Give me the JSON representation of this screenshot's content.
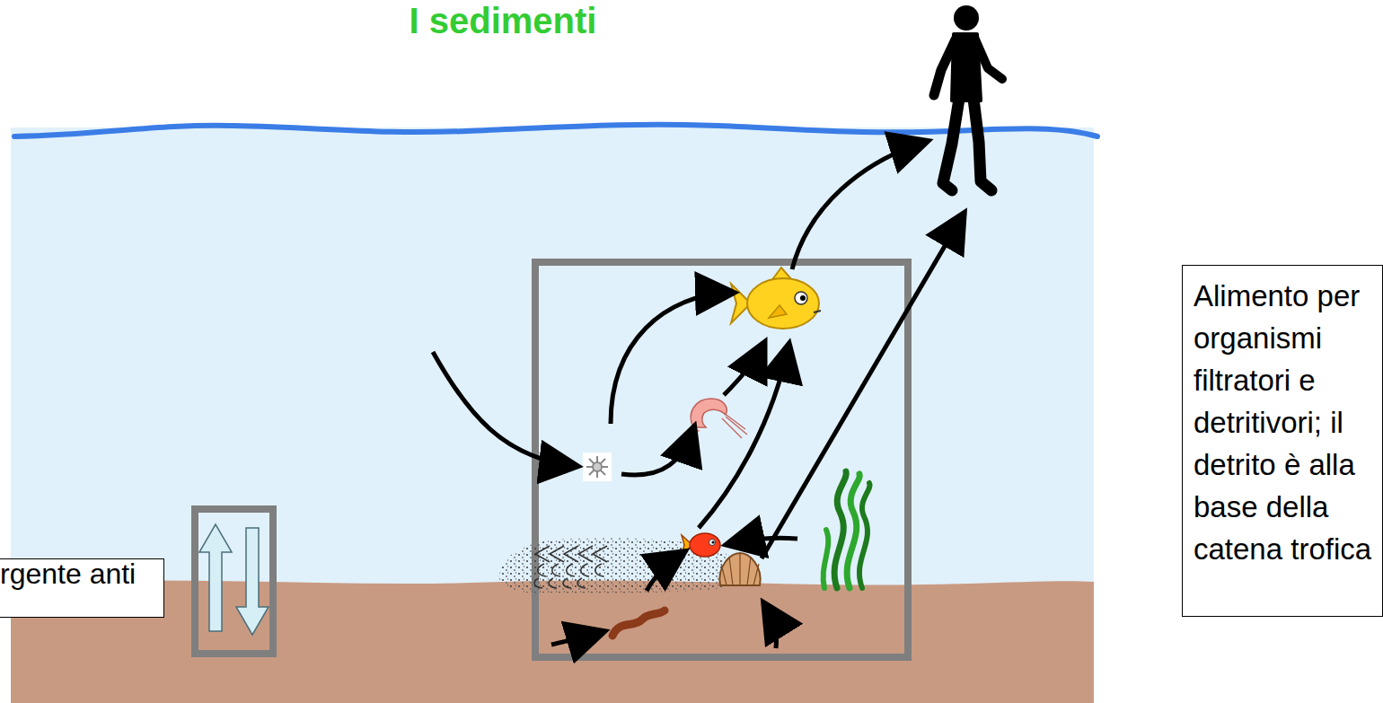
{
  "diagram": {
    "title": "I sedimenti",
    "nodes": [
      {
        "text": [
          "rgente anti"
        ]
      },
      {
        "text": [
          "Alimento per organismi filtratori e detritivori; il detrito è alla base della catena trofica"
        ]
      }
    ]
  }
}
